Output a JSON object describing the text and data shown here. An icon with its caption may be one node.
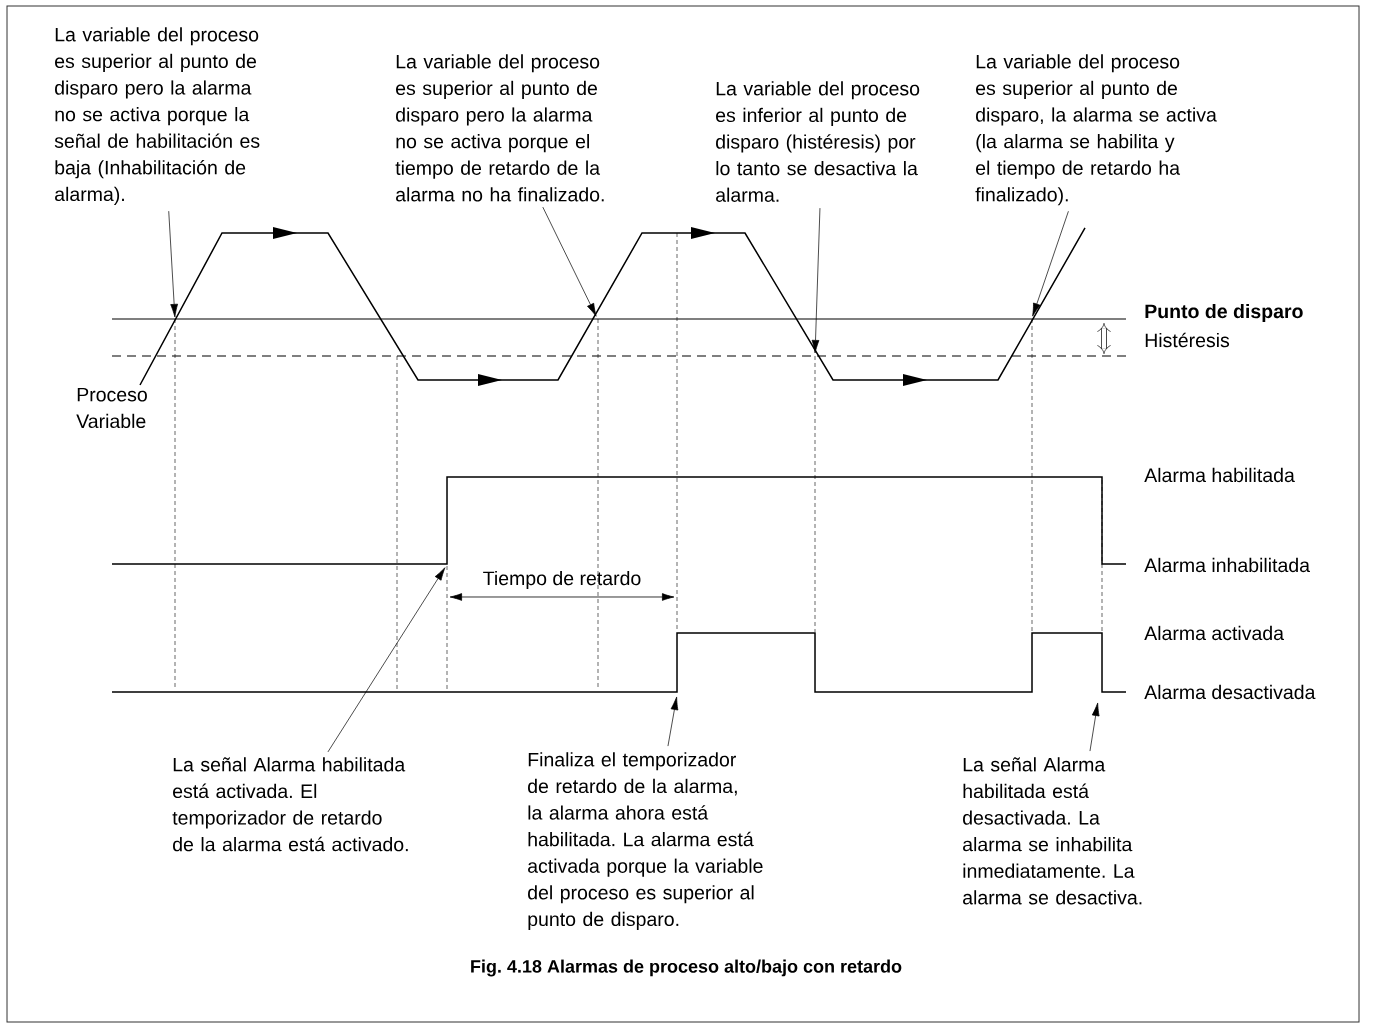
{
  "diagram": {
    "caption": "Fig. 4.18 Alarmas de proceso alto/bajo con retardo",
    "nodes": [
      {
        "text": [
          "La variable del proceso es superior al punto de disparo pero la alarma no se activa porque la señal de habilitación es baja (Inhabilitación de alarma)."
        ]
      },
      {
        "text": [
          "La variable del proceso es superior al punto de disparo pero la alarma no se activa porque el tiempo de retardo de la alarma no ha finalizado."
        ]
      },
      {
        "text": [
          "La variable del proceso es inferior al punto de disparo (histéresis) por lo tanto se desactiva la alarma."
        ]
      },
      {
        "text": [
          "La variable del proceso es superior al punto de disparo, la alarma se activa (la alarma se habilita y el tiempo de retardo ha finalizado)."
        ]
      },
      {
        "text": [
          "La señal Alarma habilitada está activada. El temporizador de retardo de la alarma está activado."
        ]
      },
      {
        "text": [
          "Finaliza el temporizador de retardo de la alarma, la alarma ahora está habilitada. La alarma está activada porque la variable del proceso es superior al punto de disparo."
        ]
      },
      {
        "text": [
          "La señal Alarma habilitada está desactivada. La alarma se inhabilita inmediatamente. La alarma se desactiva."
        ]
      }
    ],
    "edges": [
      {
        "from": 0,
        "to": null,
        "arrow": "to"
      },
      {
        "from": 1,
        "to": null,
        "arrow": "to"
      },
      {
        "from": 2,
        "to": null,
        "arrow": "to"
      },
      {
        "from": 3,
        "to": null,
        "arrow": "to"
      },
      {
        "from": 4,
        "to": null,
        "arrow": "to"
      },
      {
        "from": 5,
        "to": null,
        "arrow": "to"
      },
      {
        "from": 6,
        "to": null,
        "arrow": "to"
      }
    ],
    "labels": [
      "Proceso Variable",
      "Punto de disparo",
      "Histéresis",
      "Alarma habilitada",
      "Alarma inhabilitada",
      "Tiempo de retardo",
      "Alarma activada",
      "Alarma desactivada"
    ]
  }
}
